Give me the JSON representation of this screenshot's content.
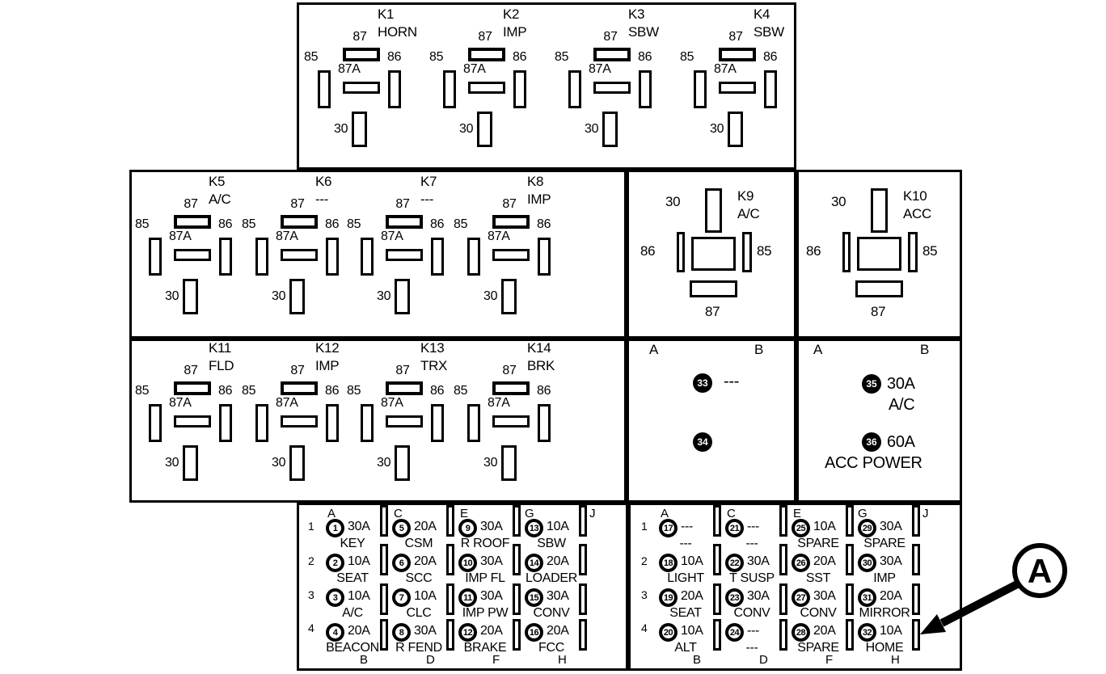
{
  "pin_labels": {
    "p30": "30",
    "p85": "85",
    "p86": "86",
    "p87": "87",
    "p87a": "87A"
  },
  "relays": [
    {
      "id": "K1",
      "func": "HORN"
    },
    {
      "id": "K2",
      "func": "IMP"
    },
    {
      "id": "K3",
      "func": "SBW"
    },
    {
      "id": "K4",
      "func": "SBW"
    },
    {
      "id": "K5",
      "func": "A/C"
    },
    {
      "id": "K6",
      "func": "---"
    },
    {
      "id": "K7",
      "func": "---"
    },
    {
      "id": "K8",
      "func": "IMP"
    },
    {
      "id": "K11",
      "func": "FLD"
    },
    {
      "id": "K12",
      "func": "IMP"
    },
    {
      "id": "K13",
      "func": "TRX"
    },
    {
      "id": "K14",
      "func": "BRK"
    }
  ],
  "power_relays": [
    {
      "id": "K9",
      "func": "A/C"
    },
    {
      "id": "K10",
      "func": "ACC"
    }
  ],
  "breaker_boxes": [
    {
      "col_left": "A",
      "col_right": "B",
      "items": [
        {
          "num": "33",
          "amp": "---",
          "name": ""
        },
        {
          "num": "34",
          "amp": "",
          "name": ""
        }
      ]
    },
    {
      "col_left": "A",
      "col_right": "B",
      "items": [
        {
          "num": "35",
          "amp": "30A",
          "name": "A/C"
        },
        {
          "num": "36",
          "amp": "60A",
          "name": "ACC POWER"
        }
      ]
    }
  ],
  "fuse_boxes": [
    {
      "rows": [
        "1",
        "2",
        "3",
        "4"
      ],
      "top_letters": [
        "A",
        "C",
        "E",
        "G",
        "J"
      ],
      "bottom_letters": [
        "B",
        "D",
        "F",
        "H"
      ],
      "fuses": [
        {
          "num": "1",
          "amp": "30A",
          "name": "KEY"
        },
        {
          "num": "5",
          "amp": "20A",
          "name": "CSM"
        },
        {
          "num": "9",
          "amp": "30A",
          "name": "R ROOF"
        },
        {
          "num": "13",
          "amp": "10A",
          "name": "SBW"
        },
        {
          "num": "2",
          "amp": "10A",
          "name": "SEAT"
        },
        {
          "num": "6",
          "amp": "20A",
          "name": "SCC"
        },
        {
          "num": "10",
          "amp": "30A",
          "name": "IMP FL"
        },
        {
          "num": "14",
          "amp": "20A",
          "name": "LOADER"
        },
        {
          "num": "3",
          "amp": "10A",
          "name": "A/C"
        },
        {
          "num": "7",
          "amp": "10A",
          "name": "CLC"
        },
        {
          "num": "11",
          "amp": "30A",
          "name": "IMP PW"
        },
        {
          "num": "15",
          "amp": "30A",
          "name": "CONV"
        },
        {
          "num": "4",
          "amp": "20A",
          "name": "BEACON"
        },
        {
          "num": "8",
          "amp": "30A",
          "name": "R FEND"
        },
        {
          "num": "12",
          "amp": "20A",
          "name": "BRAKE"
        },
        {
          "num": "16",
          "amp": "20A",
          "name": "FCC"
        }
      ]
    },
    {
      "rows": [
        "1",
        "2",
        "3",
        "4"
      ],
      "top_letters": [
        "A",
        "C",
        "E",
        "G",
        "J"
      ],
      "bottom_letters": [
        "B",
        "D",
        "F",
        "H"
      ],
      "fuses": [
        {
          "num": "17",
          "amp": "---",
          "name": "---"
        },
        {
          "num": "21",
          "amp": "---",
          "name": "---"
        },
        {
          "num": "25",
          "amp": "10A",
          "name": "SPARE"
        },
        {
          "num": "29",
          "amp": "30A",
          "name": "SPARE"
        },
        {
          "num": "18",
          "amp": "10A",
          "name": "LIGHT"
        },
        {
          "num": "22",
          "amp": "30A",
          "name": "T SUSP"
        },
        {
          "num": "26",
          "amp": "20A",
          "name": "SST"
        },
        {
          "num": "30",
          "amp": "30A",
          "name": "IMP"
        },
        {
          "num": "19",
          "amp": "20A",
          "name": "SEAT"
        },
        {
          "num": "23",
          "amp": "30A",
          "name": "CONV"
        },
        {
          "num": "27",
          "amp": "30A",
          "name": "CONV"
        },
        {
          "num": "31",
          "amp": "20A",
          "name": "MIRROR"
        },
        {
          "num": "20",
          "amp": "10A",
          "name": "ALT"
        },
        {
          "num": "24",
          "amp": "---",
          "name": "---"
        },
        {
          "num": "28",
          "amp": "20A",
          "name": "SPARE"
        },
        {
          "num": "32",
          "amp": "10A",
          "name": "HOME"
        }
      ]
    }
  ],
  "callout": {
    "label": "A"
  }
}
